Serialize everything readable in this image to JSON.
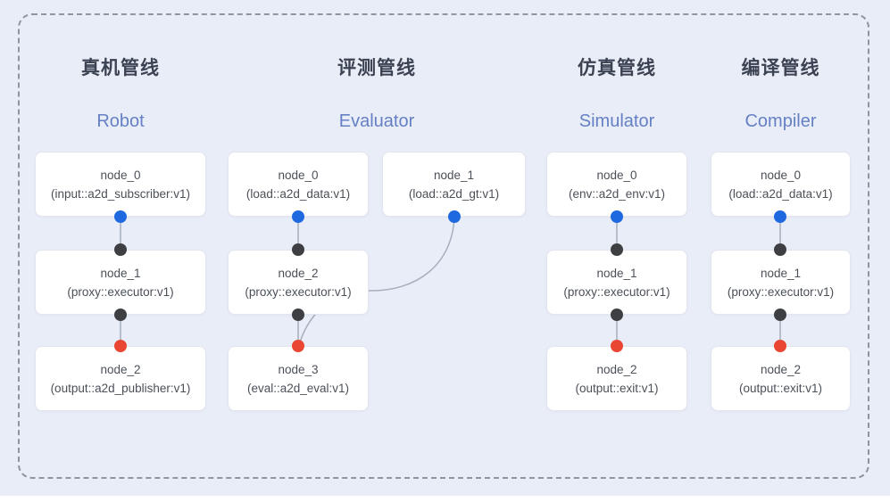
{
  "colors": {
    "background": "#e9edf8",
    "dashed_border": "#8f949d",
    "node_fill": "#ffffff",
    "node_border": "#e2e5ec",
    "node_text": "#4b5058",
    "title_zh_color": "#3b4252",
    "title_en_color": "#6580c4",
    "edge": "#a6afbe",
    "dot_blue": "#1f69e0",
    "dot_dark": "#3e3f42",
    "dot_red": "#e94633"
  },
  "pipelines": [
    {
      "title_zh": "真机管线",
      "title_en": "Robot",
      "nodes": [
        {
          "name": "node_0",
          "impl": "(input::a2d_subscriber:v1)"
        },
        {
          "name": "node_1",
          "impl": "(proxy::executor:v1)"
        },
        {
          "name": "node_2",
          "impl": "(output::a2d_publisher:v1)"
        }
      ]
    },
    {
      "title_zh": "评测管线",
      "title_en": "Evaluator",
      "nodes": [
        {
          "name": "node_0",
          "impl": "(load::a2d_data:v1)"
        },
        {
          "name": "node_1",
          "impl": "(load::a2d_gt:v1)"
        },
        {
          "name": "node_2",
          "impl": "(proxy::executor:v1)"
        },
        {
          "name": "node_3",
          "impl": "(eval::a2d_eval:v1)"
        }
      ]
    },
    {
      "title_zh": "仿真管线",
      "title_en": "Simulator",
      "nodes": [
        {
          "name": "node_0",
          "impl": "(env::a2d_env:v1)"
        },
        {
          "name": "node_1",
          "impl": "(proxy::executor:v1)"
        },
        {
          "name": "node_2",
          "impl": "(output::exit:v1)"
        }
      ]
    },
    {
      "title_zh": "编译管线",
      "title_en": "Compiler",
      "nodes": [
        {
          "name": "node_0",
          "impl": "(load::a2d_data:v1)"
        },
        {
          "name": "node_1",
          "impl": "(proxy::executor:v1)"
        },
        {
          "name": "node_2",
          "impl": "(output::exit:v1)"
        }
      ]
    }
  ]
}
